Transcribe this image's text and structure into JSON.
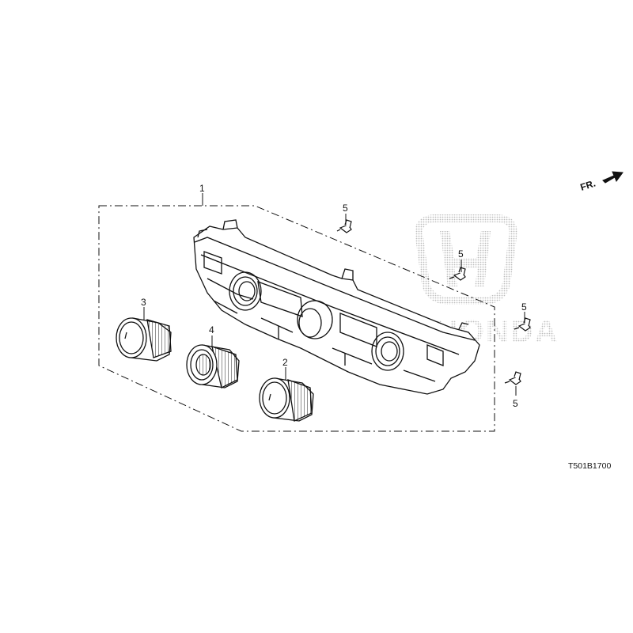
{
  "diagram": {
    "front_label": "FR.",
    "part_code": "T501B1700",
    "callouts": {
      "panel": "1",
      "knob_right": "2",
      "knob_left": "3",
      "knob_center": "4",
      "screw_top": "5",
      "screw_panel": "5",
      "screw_right": "5",
      "screw_bottom": "5"
    },
    "watermark_brand": "HONDA",
    "colors": {
      "ink": "#111111",
      "watermark": "#c8c8c8"
    }
  }
}
